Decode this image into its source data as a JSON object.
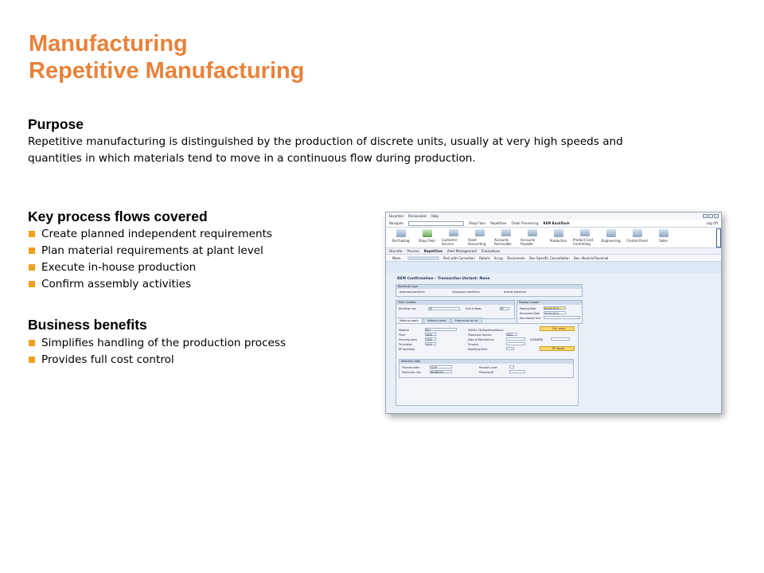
{
  "title": {
    "line1": "Manufacturing",
    "line2": "Repetitive Manufacturing"
  },
  "purpose": {
    "heading": "Purpose",
    "line1": "Repetitive manufacturing is distinguished by the production of discrete units, usually at very high speeds and",
    "line2": "quantities in which materials tend to move in a continuous flow during production."
  },
  "key_flows": {
    "heading": "Key process flows covered",
    "items": [
      "Create planned independent requirements",
      "Plan material requirements at plant level",
      "Execute in-house production",
      "Confirm assembly activities"
    ]
  },
  "benefits": {
    "heading": "Business benefits",
    "items": [
      "Simplifies handling of the production process",
      "Provides full cost control"
    ]
  },
  "colors": {
    "title": "#e8823a",
    "bullet": "#f0a020"
  },
  "screenshot": {
    "menu": [
      "Favorites",
      "Personalize",
      "Help"
    ],
    "nav_path": [
      "Navigate",
      "Shop Floor",
      "Repetitive",
      "Order Processing",
      "REM Backflush"
    ],
    "log_off": "Log Off",
    "apps": [
      "Purchasing",
      "Shop Floor",
      "Customer Service",
      "Asset Accounting",
      "Accounts Receivable",
      "Accounts Payable",
      "Production",
      "Product Cost Controlling",
      "Engineering",
      "Control Panel",
      "Sales"
    ],
    "subtabs": [
      "Discrete",
      "Process",
      "Repetitive",
      "Alert Management",
      "Evaluations"
    ],
    "toolbar": [
      "More...",
      "Post with Correction",
      "Details",
      "Scrap",
      "Documents",
      "Doc-Specific Cancellation",
      "Doc.-Neutral Reversal"
    ],
    "screen_title": "REM Confirmation - Transaction Variant: None",
    "backflush_type": {
      "header": "Backflush type",
      "options": [
        "Assembly backflush",
        "Component backflush",
        "Activity backflush"
      ]
    },
    "yield_confirm": {
      "header": "Yield Confirm.",
      "backflush_qty_label": "Backflush qty",
      "backflush_qty": "10",
      "uom_label": "Unit of Meas.",
      "uom": "PC"
    },
    "posting_header": {
      "header": "Posting header",
      "posting_date_label": "Posting Date",
      "posting_date": "04.05.2011",
      "document_date_label": "Document Date",
      "document_date": "04.05.2011",
      "doc_header_text_label": "Doc.Header Text"
    },
    "tabs": [
      "Make-to-stock",
      "Make-to-order",
      "Production by lot"
    ],
    "material": {
      "material_label": "Material",
      "material": "B01",
      "material_desc": "SEMI21,PD,RepetitiveManuf.",
      "plant_label": "Plant",
      "plant": "1000",
      "planning_plant_label": "Planning plant",
      "planning_plant": "1000",
      "to_location_label": "To location",
      "to_location": "1020",
      "rp_backflush_label": "RP backflush",
      "production_version_label": "Production Version",
      "production_version": "0001",
      "date_of_manufacture_label": "Date of Manufacture",
      "sled_label": "SLED/BBD",
      "to_batch_label": "To batch",
      "reporting_point_label": "Reporting Point",
      "coll_entry_button": "Coll. entry",
      "rp_stocks_button": "RP stocks"
    },
    "selection": {
      "header": "Selection data",
      "planned_order_label": "Planned order",
      "planned_order": "1229",
      "production_line_label": "Production line",
      "production_line": "WORK300",
      "revision_level_label": "Revision Level",
      "planning_id_label": "Planning ID"
    }
  }
}
